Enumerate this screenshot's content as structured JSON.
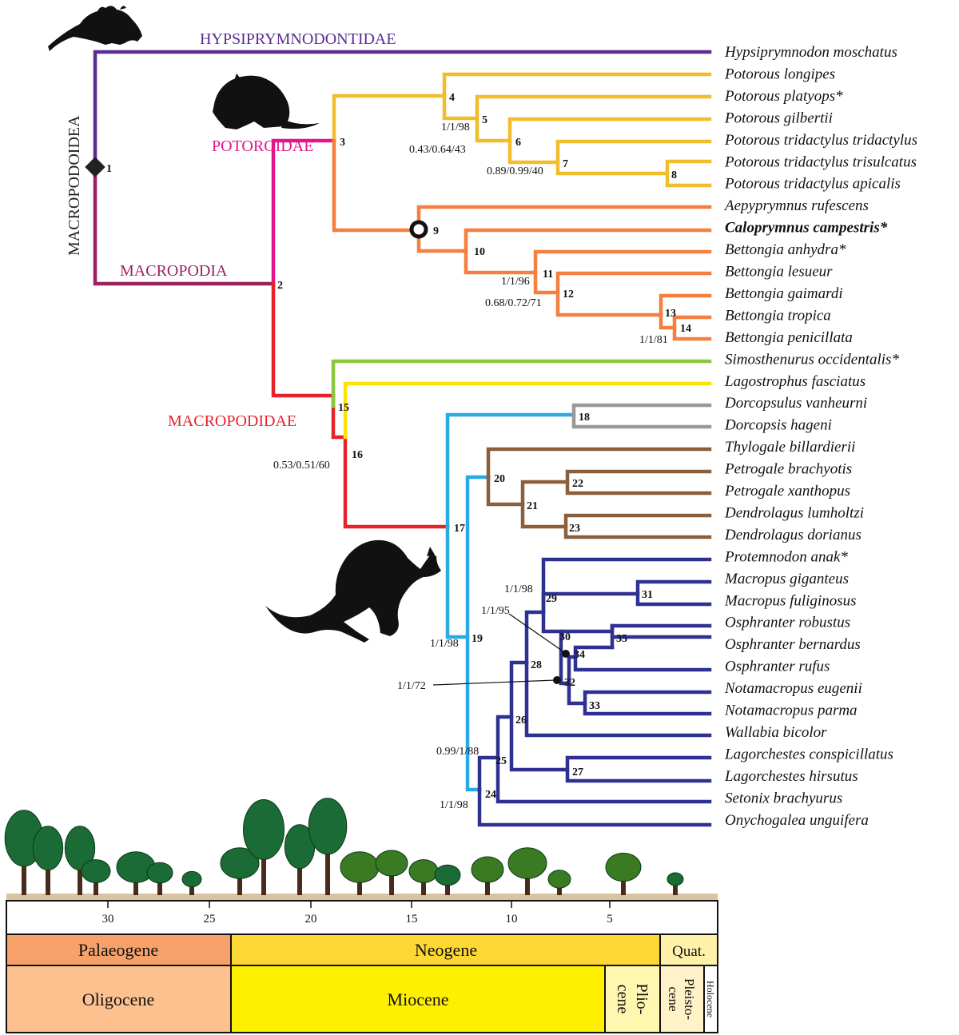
{
  "clades": {
    "hypsi": "HYPSIPRYMNODONTIDAE",
    "macropodoidea": "MACROPODOIDEA",
    "potoroidae": "POTOROIDAE",
    "macropodia": "MACROPODIA",
    "macropodidae": "MACROPODIDAE"
  },
  "taxa": [
    "Hypsiprymnodon moschatus",
    "Potorous longipes",
    "Potorous platyops*",
    "Potorous gilbertii",
    "Potorous tridactylus tridactylus",
    "Potorous tridactylus trisulcatus",
    "Potorous tridactylus apicalis",
    "Aepyprymnus rufescens",
    "Caloprymnus campestris*",
    "Bettongia anhydra*",
    "Bettongia lesueur",
    "Bettongia gaimardi",
    "Bettongia tropica",
    "Bettongia penicillata",
    "Simosthenurus occidentalis*",
    "Lagostrophus fasciatus",
    "Dorcopsulus vanheurni",
    "Dorcopsis hageni",
    "Thylogale billardierii",
    "Petrogale brachyotis",
    "Petrogale xanthopus",
    "Dendrolagus lumholtzi",
    "Dendrolagus dorianus",
    "Protemnodon anak*",
    "Macropus giganteus",
    "Macropus fuliginosus",
    "Osphranter robustus",
    "Osphranter bernardus",
    "Osphranter rufus",
    "Notamacropus eugenii",
    "Notamacropus parma",
    "Wallabia bicolor",
    "Lagorchestes conspicillatus",
    "Lagorchestes hirsutus",
    "Setonix brachyurus",
    "Onychogalea unguifera"
  ],
  "node_labels": [
    "1",
    "2",
    "3",
    "4",
    "5",
    "6",
    "7",
    "8",
    "9",
    "10",
    "11",
    "12",
    "13",
    "14",
    "15",
    "16",
    "17",
    "18",
    "19",
    "20",
    "21",
    "22",
    "23",
    "24",
    "25",
    "26",
    "27",
    "28",
    "29",
    "30",
    "31",
    "32",
    "33",
    "34",
    "35"
  ],
  "support": {
    "n5": "1/1/98",
    "n6": "0.43/0.64/43",
    "n7": "0.89/0.99/40",
    "n11": "1/1/96",
    "n12": "0.68/0.72/71",
    "n14": "1/1/81",
    "n16": "0.53/0.51/60",
    "n19": "1/1/98",
    "n24": "1/1/98",
    "n25": "0.99/1/88",
    "n29": "1/1/98",
    "n34": "1/1/95",
    "n32": "1/1/72"
  },
  "timescale": {
    "ticks": [
      "30",
      "25",
      "20",
      "15",
      "10",
      "5"
    ],
    "periods": {
      "palaeogene": "Palaeogene",
      "neogene": "Neogene",
      "quat": "Quat."
    },
    "epochs": {
      "oligocene": "Oligocene",
      "miocene": "Miocene",
      "pliocene_1": "Plio-",
      "pliocene_2": "cene",
      "pleistocene_1": "Pleisto-",
      "pleistocene_2": "cene",
      "holocene": "Holocene"
    }
  },
  "colors": {
    "hypsi": "#5b2d91",
    "macropodoidea": "#8b2a6e",
    "macropodia": "#9c2160",
    "potoroidae": "#e2168c",
    "potorous": "#f2bd2b",
    "bettongia": "#f47f3e",
    "macropodidae": "#e6232b",
    "simosthenurus": "#8cc63f",
    "lagostrophus": "#ffe200",
    "blue_light": "#29abe2",
    "dorcopsis": "#999999",
    "brown": "#8b5e3c",
    "navy": "#2e3192",
    "palaeogene": "#f6a16a",
    "neogene": "#fdd835",
    "quat": "#fff1a8",
    "oligocene": "#fcc18e",
    "miocene": "#ffef00",
    "pliocene": "#fff6b0",
    "pleistocene": "#fff1c8"
  }
}
